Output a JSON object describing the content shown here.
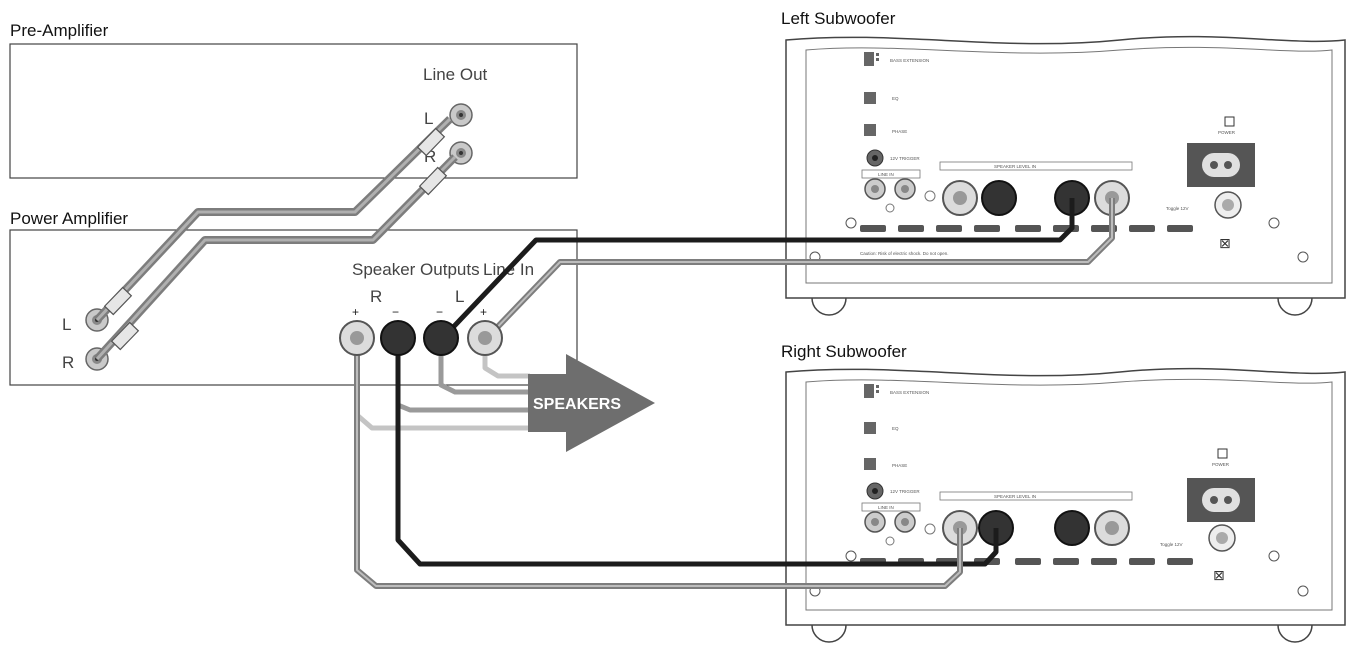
{
  "labels": {
    "pre_amplifier": "Pre-Amplifier",
    "line_out": "Line Out",
    "pre_L": "L",
    "pre_R": "R",
    "power_amplifier": "Power Amplifier",
    "amp_L": "L",
    "amp_R": "R",
    "speaker_outputs": "Speaker Outputs",
    "line_in": "Line In",
    "out_R": "R",
    "out_L": "L",
    "plus": "+",
    "minus": "−",
    "speakers": "SPEAKERS",
    "left_subwoofer": "Left Subwoofer",
    "right_subwoofer": "Right Subwoofer"
  },
  "subwoofer_panel": {
    "bass_extension": "BASS EXTENSION",
    "eq": "EQ",
    "phase": "PHASE",
    "trigger": "12V TRIGGER",
    "line_in": "LINE IN",
    "speaker_level_in": "SPEAKER LEVEL IN",
    "power": "POWER",
    "voltage": "Toggle 12V",
    "notice": "Caution: Risk of electric shock. Do not open."
  },
  "colors": {
    "cable_dark": "#1c1c1c",
    "cable_gray": "#7d7d7d",
    "cable_light": "#b9b9b9",
    "arrow": "#6e6e6e"
  }
}
